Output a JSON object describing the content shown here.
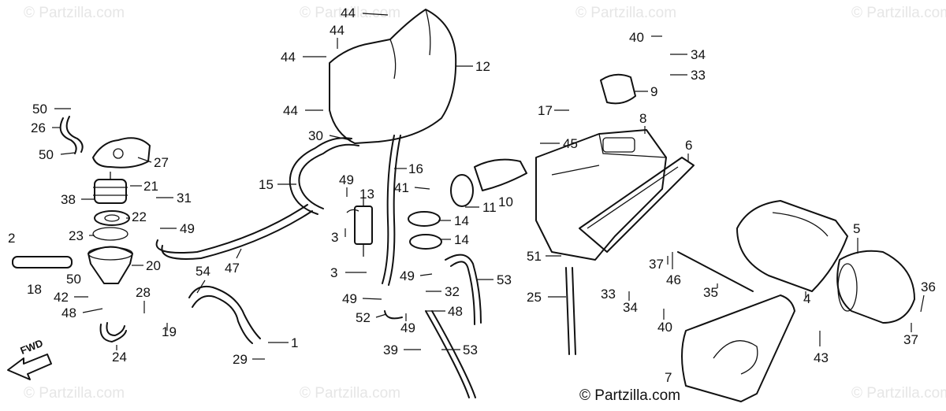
{
  "watermark_text": "© Partzilla.com",
  "copyright_text": "© Partzilla.com",
  "fwd_label": "FWD",
  "callouts": [
    {
      "id": "44a",
      "text": "44"
    },
    {
      "id": "44b",
      "text": "44"
    },
    {
      "id": "44c",
      "text": "44"
    },
    {
      "id": "44d",
      "text": "44"
    },
    {
      "id": "12",
      "text": "12"
    },
    {
      "id": "40a",
      "text": "40"
    },
    {
      "id": "34a",
      "text": "34"
    },
    {
      "id": "33a",
      "text": "33"
    },
    {
      "id": "9",
      "text": "9"
    },
    {
      "id": "17",
      "text": "17"
    },
    {
      "id": "8",
      "text": "8"
    },
    {
      "id": "45",
      "text": "45"
    },
    {
      "id": "6",
      "text": "6"
    },
    {
      "id": "50a",
      "text": "50"
    },
    {
      "id": "26",
      "text": "26"
    },
    {
      "id": "50b",
      "text": "50"
    },
    {
      "id": "27",
      "text": "27"
    },
    {
      "id": "30",
      "text": "30"
    },
    {
      "id": "16",
      "text": "16"
    },
    {
      "id": "15",
      "text": "15"
    },
    {
      "id": "49a",
      "text": "49"
    },
    {
      "id": "13",
      "text": "13"
    },
    {
      "id": "41",
      "text": "41"
    },
    {
      "id": "11",
      "text": "11"
    },
    {
      "id": "10",
      "text": "10"
    },
    {
      "id": "21",
      "text": "21"
    },
    {
      "id": "38",
      "text": "38"
    },
    {
      "id": "31",
      "text": "31"
    },
    {
      "id": "22",
      "text": "22"
    },
    {
      "id": "49b",
      "text": "49"
    },
    {
      "id": "14a",
      "text": "14"
    },
    {
      "id": "14b",
      "text": "14"
    },
    {
      "id": "2",
      "text": "2"
    },
    {
      "id": "23",
      "text": "23"
    },
    {
      "id": "3a",
      "text": "3"
    },
    {
      "id": "47",
      "text": "47"
    },
    {
      "id": "20",
      "text": "20"
    },
    {
      "id": "51",
      "text": "51"
    },
    {
      "id": "37a",
      "text": "37"
    },
    {
      "id": "46",
      "text": "46"
    },
    {
      "id": "5",
      "text": "5"
    },
    {
      "id": "18",
      "text": "18"
    },
    {
      "id": "50c",
      "text": "50"
    },
    {
      "id": "54",
      "text": "54"
    },
    {
      "id": "3b",
      "text": "3"
    },
    {
      "id": "49c",
      "text": "49"
    },
    {
      "id": "53a",
      "text": "53"
    },
    {
      "id": "42",
      "text": "42"
    },
    {
      "id": "28",
      "text": "28"
    },
    {
      "id": "32",
      "text": "32"
    },
    {
      "id": "25",
      "text": "25"
    },
    {
      "id": "33b",
      "text": "33"
    },
    {
      "id": "35",
      "text": "35"
    },
    {
      "id": "36",
      "text": "36"
    },
    {
      "id": "48a",
      "text": "48"
    },
    {
      "id": "49d",
      "text": "49"
    },
    {
      "id": "48b",
      "text": "48"
    },
    {
      "id": "34b",
      "text": "34"
    },
    {
      "id": "4",
      "text": "4"
    },
    {
      "id": "19",
      "text": "19"
    },
    {
      "id": "52",
      "text": "52"
    },
    {
      "id": "49e",
      "text": "49"
    },
    {
      "id": "40b",
      "text": "40"
    },
    {
      "id": "1",
      "text": "1"
    },
    {
      "id": "24",
      "text": "24"
    },
    {
      "id": "29",
      "text": "29"
    },
    {
      "id": "39",
      "text": "39"
    },
    {
      "id": "53b",
      "text": "53"
    },
    {
      "id": "43",
      "text": "43"
    },
    {
      "id": "37b",
      "text": "37"
    },
    {
      "id": "7",
      "text": "7"
    }
  ]
}
